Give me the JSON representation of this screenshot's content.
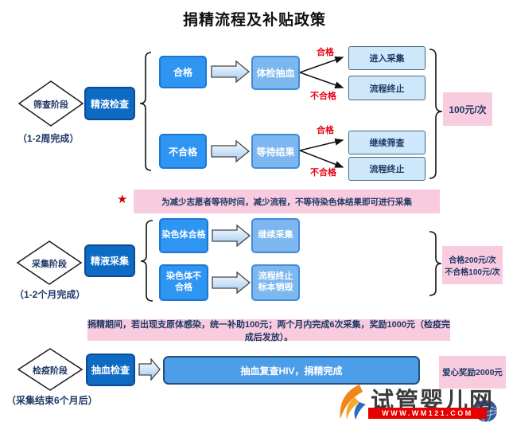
{
  "title": "捐精流程及补贴政策",
  "stage1": {
    "diamond_label": "筛查阶段",
    "caption": "（1-2周完成）",
    "main_box": "精液检查",
    "row_top": {
      "input": "合格",
      "process": "体检抽血",
      "pass_label": "合格",
      "fail_label": "不合格",
      "pass_result": "进入采集",
      "fail_result": "流程终止"
    },
    "row_bottom": {
      "input": "不合格",
      "process": "等待结果",
      "pass_label": "合格",
      "fail_label": "不合格",
      "pass_result": "继续筛查",
      "fail_result": "流程终止"
    },
    "subsidy": "100元/次"
  },
  "note": {
    "star": "★",
    "text": "为减少志愿者等待时间，减少流程，不等待染色体结果即可进行采集"
  },
  "stage2": {
    "diamond_label": "采集阶段",
    "caption": "（1-2个月完成）",
    "main_box": "精液采集",
    "row_top": {
      "input": "染色体合格",
      "result": "继续采集"
    },
    "row_bottom": {
      "input": "染色体不合格",
      "result_line1": "流程终止",
      "result_line2": "标本销毁"
    },
    "subsidy_line1": "合格200元/次",
    "subsidy_line2": "不合格100元/次"
  },
  "banner": "捐精期间，若出现支原体感染，统一补助100元；两个月内完成6次采集，奖励1000元（检疫完成后发放）。",
  "stage3": {
    "diamond_label": "检疫阶段",
    "caption": "（采集结束6个月后）",
    "main_box": "抽血检查",
    "wide_box": "抽血复查HIV，捐精完成",
    "subsidy": "爱心奖励2000元"
  },
  "logo": {
    "site_name": "试管婴儿网",
    "site_url": "WWW.WM121.COM"
  },
  "colors": {
    "primary_blue": "#0E6BC4",
    "input_blue": "#2E96F2",
    "process_blue": "#7DB7F0",
    "result_blue": "#CFE7FB",
    "wide_blue": "#4D9EE8",
    "pink": "#F8CBDF",
    "red_label": "#E60012",
    "navy_text": "#1F3864",
    "url_red": "#E60000"
  }
}
